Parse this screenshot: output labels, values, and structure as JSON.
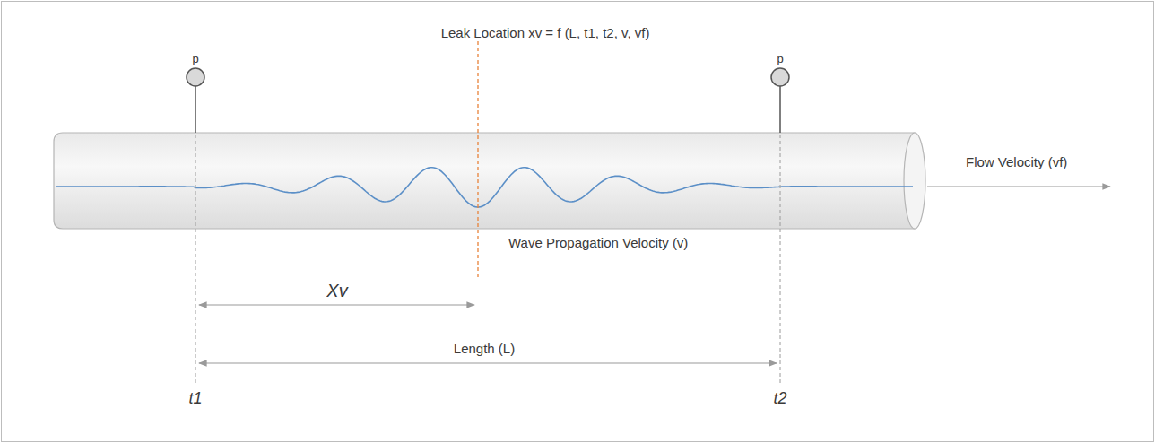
{
  "diagram": {
    "nodes": [
      {
        "text": [
          "p"
        ]
      },
      {
        "text": [
          "p"
        ]
      }
    ],
    "labels": [
      "Leak Location xv = f (L, t1, t2, v, vf)",
      "Flow Velocity (vf)",
      "Wave Propagation Velocity (v)",
      "Xv",
      "Length (L)",
      "t1",
      "t2"
    ]
  }
}
